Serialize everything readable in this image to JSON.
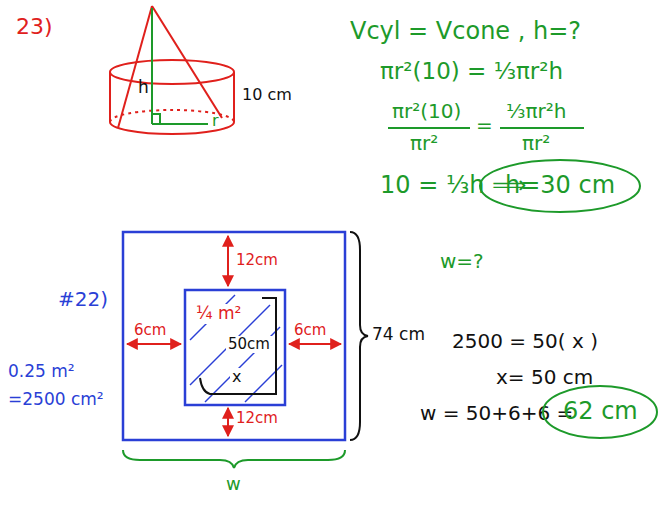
{
  "diagram": {
    "nodes": [
      {
        "text": [
          "h=30 cm"
        ]
      },
      {
        "text": [
          "62 cm"
        ]
      }
    ],
    "labels": [
      "23)",
      "h",
      "10 cm",
      "r",
      "Vcyl = Vcone ,  h=?",
      "πr²(10) = ⅓πr²h",
      "πr²(10)",
      "πr²",
      "=",
      "⅓πr²h",
      "πr²",
      "10 = ⅓h  ⟹",
      "#22)",
      "12cm",
      "12cm",
      "6cm",
      "6cm",
      "¼ m²",
      "50cm",
      "x",
      "74 cm",
      "w",
      "0.25 m²",
      "=2500 cm²",
      "w=?",
      "2500 = 50( x )",
      "x= 50 cm",
      "w = 50+6+6 ="
    ]
  }
}
